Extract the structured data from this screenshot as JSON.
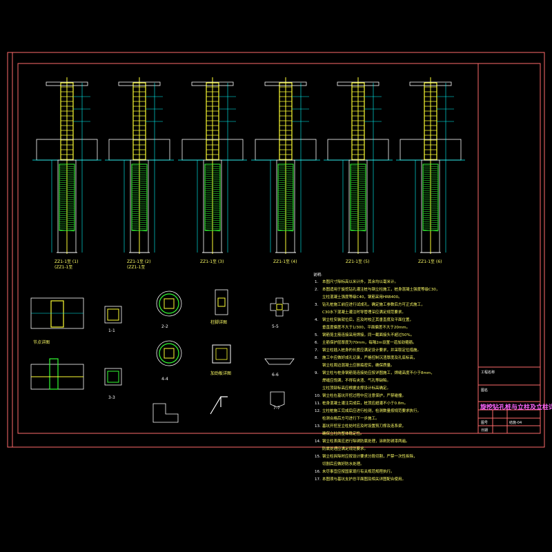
{
  "drawing": {
    "title": "旋挖钻孔桩与立柱及立柱详图",
    "colors": {
      "frame": "#ff6b6b",
      "steel": "#ffff33",
      "spiral": "#33ff33",
      "dim": "#00ffff",
      "concrete": "#ffffff",
      "text": "#ffff66"
    }
  },
  "columns": [
    {
      "label_1": "ZZ1-1至",
      "label_2": "(ZZ1-1至",
      "badge": "(1)"
    },
    {
      "label_1": "ZZ1-1至",
      "label_2": "(ZZ1-1至",
      "badge": "(2)"
    },
    {
      "label_1": "ZZ1-1至",
      "label_2": "",
      "badge": "(3)"
    },
    {
      "label_1": "ZZ1-1至",
      "label_2": "",
      "badge": "(4)"
    },
    {
      "label_1": "ZZ1-1至",
      "label_2": "",
      "badge": "(5)"
    },
    {
      "label_1": "ZZ1-1至",
      "label_2": "",
      "badge": "(6)"
    }
  ],
  "details": {
    "d1_label": "1-1",
    "d2_label": "2-2",
    "d3_label": "3-3",
    "d4_label": "4-4",
    "d5_label": "5-5",
    "d6_label": "6-6",
    "d7_label": "7-7",
    "detail_a": "节点详图",
    "detail_b": "柱脚详图",
    "detail_c": "加劲板详图"
  },
  "notes": {
    "heading": "说明:",
    "items": [
      {
        "n": "1.",
        "t": "本图尺寸除标高以米计外，其余均以毫米计。"
      },
      {
        "n": "2.",
        "t": "本图适用于旋挖钻孔灌注桩与钢立柱施工，桩身混凝土强度等级C30，"
      },
      {
        "n": "",
        "t": "立柱混凝土强度等级C40，钢筋采用HRB400。"
      },
      {
        "n": "3.",
        "t": "钻孔桩施工前应进行试成孔，确定施工参数后方可正式施工，"
      },
      {
        "n": "",
        "t": "C30水下混凝土灌注时导管埋深应满足规范要求。"
      },
      {
        "n": "4.",
        "t": "钢立柱安装就位后，应及时校正其垂直度及平面位置，"
      },
      {
        "n": "",
        "t": "垂直度偏差不大于1/300，平面偏差不大于20mm。"
      },
      {
        "n": "5.",
        "t": "钢筋笼主筋连接采用焊接，同一截面接头不超过50%。"
      },
      {
        "n": "6.",
        "t": "主筋保护层厚度为70mm，每隔2m设置一道加劲箍筋。"
      },
      {
        "n": "7.",
        "t": "钢立柱插入桩身的长度应满足设计要求，并采取定位措施。"
      },
      {
        "n": "8.",
        "t": "施工中应做好成孔记录，严格控制沉渣厚度及孔底标高，"
      },
      {
        "n": "",
        "t": "钢立柱周边混凝土应振捣密实，确保质量。"
      },
      {
        "n": "9.",
        "t": "钢立柱与桩身钢筋笼连接处应按详图施工，焊缝高度不小于8mm，"
      },
      {
        "n": "",
        "t": "焊缝应饱满，不得有夹渣、气孔等缺陷。"
      },
      {
        "n": "",
        "t": "立柱顶部标高应根据支撑设计标高确定。"
      },
      {
        "n": "10.",
        "t": "钢立柱在基坑开挖过程中应注意保护，严禁碰撞。"
      },
      {
        "n": "11.",
        "t": "桩身混凝土灌注完成后，桩顶应超灌不小于0.8m。"
      },
      {
        "n": "12.",
        "t": "立柱桩施工完成后应进行检测，检测数量按规范要求执行，"
      },
      {
        "n": "",
        "t": "检测合格后方可进行下一步施工。"
      },
      {
        "n": "13.",
        "t": "基坑开挖至立柱处时应及时设置剪刀撑及连系梁，"
      },
      {
        "n": "",
        "t": "确保立柱的整体稳定性。"
      },
      {
        "n": "14.",
        "t": "钢立柱表面应进行除锈防腐处理，涂刷防锈漆两遍。"
      },
      {
        "n": "",
        "t": "防腐处理应满足规范要求。"
      },
      {
        "n": "15.",
        "t": "钢立柱拆除时应按设计要求分段切割，严禁一次性拆除，"
      },
      {
        "n": "",
        "t": "切割后应做好防水处理。"
      },
      {
        "n": "16.",
        "t": "未尽事宜应按国家现行有关规范规程执行。"
      },
      {
        "n": "17.",
        "t": "本图须与基坑支护总平面图及相关详图配合使用。"
      }
    ]
  },
  "title_block": {
    "project_title": "旋挖钻孔桩与立柱及立柱详图",
    "row1": "工程名称",
    "row2": "图名",
    "row3": "图号",
    "row4": "日期",
    "val3": "结施-04"
  }
}
